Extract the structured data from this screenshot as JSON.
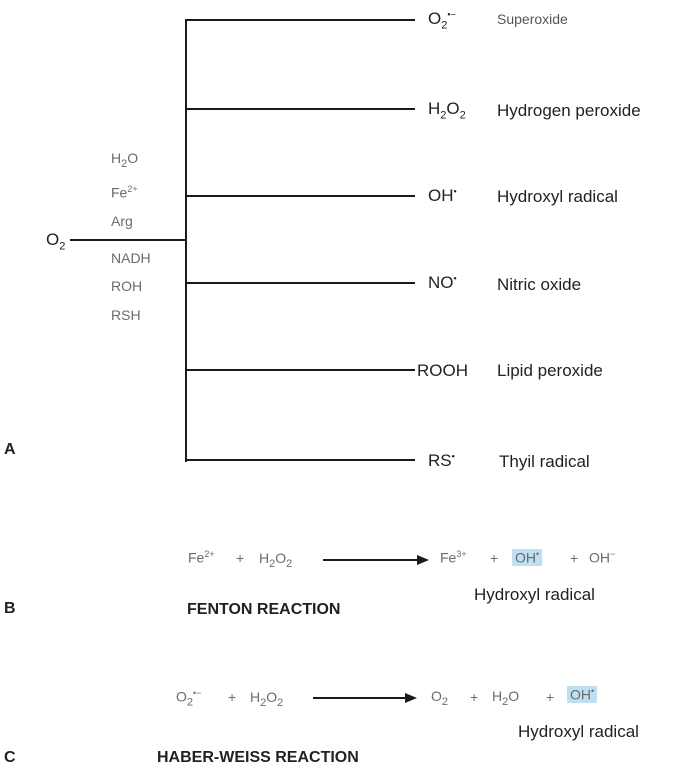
{
  "panel_a": {
    "label": "A",
    "source": {
      "base": "O",
      "sub": "2"
    },
    "inputs": [
      {
        "base": "H",
        "sub": "2",
        "tail": "O",
        "sup": ""
      },
      {
        "base": "Fe",
        "sub": "",
        "tail": "",
        "sup": "2+"
      },
      {
        "base": "Arg",
        "sub": "",
        "tail": "",
        "sup": ""
      },
      {
        "base": "NADH",
        "sub": "",
        "tail": "",
        "sup": ""
      },
      {
        "base": "ROH",
        "sub": "",
        "tail": "",
        "sup": ""
      },
      {
        "base": "RSH",
        "sub": "",
        "tail": "",
        "sup": ""
      }
    ],
    "products": [
      {
        "formula_base": "O",
        "formula_sub": "2",
        "formula_tail": "",
        "formula_sub2": "",
        "formula_sup": "•−",
        "name": "Superoxide"
      },
      {
        "formula_base": "H",
        "formula_sub": "2",
        "formula_tail": "O",
        "formula_sub2": "2",
        "formula_sup": "",
        "name": "Hydrogen peroxide"
      },
      {
        "formula_base": "OH",
        "formula_sub": "",
        "formula_tail": "",
        "formula_sub2": "",
        "formula_sup": "•",
        "name": "Hydroxyl radical"
      },
      {
        "formula_base": "NO",
        "formula_sub": "",
        "formula_tail": "",
        "formula_sub2": "",
        "formula_sup": "•",
        "name": "Nitric oxide"
      },
      {
        "formula_base": "ROOH",
        "formula_sub": "",
        "formula_tail": "",
        "formula_sub2": "",
        "formula_sup": "",
        "name": "Lipid peroxide"
      },
      {
        "formula_base": "RS",
        "formula_sub": "",
        "formula_tail": "",
        "formula_sub2": "",
        "formula_sup": "•",
        "name": "Thyil radical"
      }
    ]
  },
  "panel_b": {
    "label": "B",
    "title": "FENTON REACTION",
    "reactant1": {
      "base": "Fe",
      "sup": "2+"
    },
    "plus1": "+",
    "reactant2": {
      "base": "H",
      "sub": "2",
      "tail": "O",
      "sub2": "2"
    },
    "product1": {
      "base": "Fe",
      "sup": "3+"
    },
    "plus2": "+",
    "product2": {
      "base": "OH",
      "sup": "•"
    },
    "plus3": "+",
    "product3": {
      "base": "OH",
      "sup": "−"
    },
    "caption": "Hydroxyl radical"
  },
  "panel_c": {
    "label": "C",
    "title": "HABER-WEISS REACTION",
    "reactant1": {
      "base": "O",
      "sub": "2",
      "sup": "•−"
    },
    "plus1": "+",
    "reactant2": {
      "base": "H",
      "sub": "2",
      "tail": "O",
      "sub2": "2"
    },
    "product1": {
      "base": "O",
      "sub": "2"
    },
    "plus2": "+",
    "product2": {
      "base": "H",
      "sub": "2",
      "tail": "O"
    },
    "plus3": "+",
    "product3": {
      "base": "OH",
      "sup": "•"
    },
    "caption": "Hydroxyl radical"
  }
}
